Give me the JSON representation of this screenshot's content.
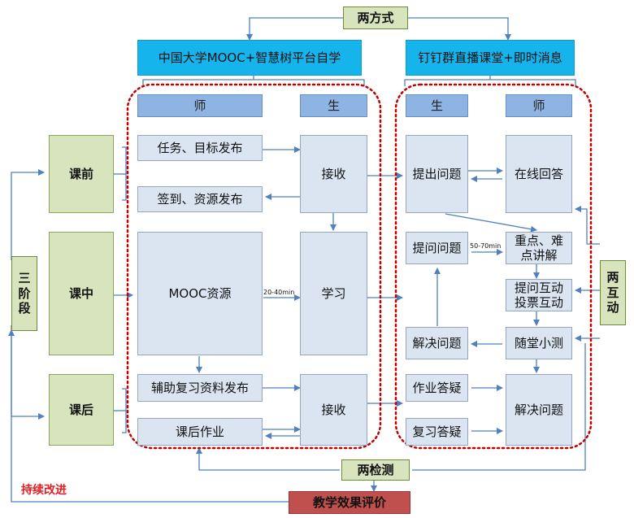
{
  "top": {
    "methods_label": "两方式"
  },
  "platforms": {
    "left": "中国大学MOOC+智慧树平台自学",
    "right": "钉钉群直播课堂+即时消息"
  },
  "headers": {
    "left_teacher": "师",
    "left_student": "生",
    "right_student": "生",
    "right_teacher": "师"
  },
  "stages": {
    "label_chars": [
      "三",
      "阶",
      "段"
    ],
    "before": "课前",
    "during": "课中",
    "after": "课后"
  },
  "online": {
    "task_release": "任务、目标发布",
    "signin_release": "签到、资源发布",
    "mooc_resource": "MOOC资源",
    "time_label": "20-40min",
    "receive_1": "接收",
    "study": "学习",
    "review_release": "辅助复习资料发布",
    "homework": "课后作业",
    "receive_2": "接收"
  },
  "live": {
    "raise_question": "提出问题",
    "online_answer": "在线回答",
    "ask_question": "提问问题",
    "time_label": "50-70min",
    "key_points": "重点、难点讲解",
    "interaction": "提问互动投票互动",
    "solve_question_1": "解决问题",
    "quiz": "随堂小测",
    "homework_qa": "作业答疑",
    "review_qa": "复习答疑",
    "solve_question_2": "解决问题"
  },
  "side": {
    "interaction_chars": [
      "两",
      "互",
      "动"
    ]
  },
  "bottom": {
    "tests": "两检测",
    "evaluation": "教学效果评价",
    "improve": "持续改进"
  },
  "colors": {
    "light_box": "#dbe5f1",
    "header": "#8db4e3",
    "platform": "#16b4ec",
    "green": "#d7e4bd",
    "red_box": "#c0504d",
    "arrow": "#4f81bd",
    "dotted": "#c00000"
  }
}
